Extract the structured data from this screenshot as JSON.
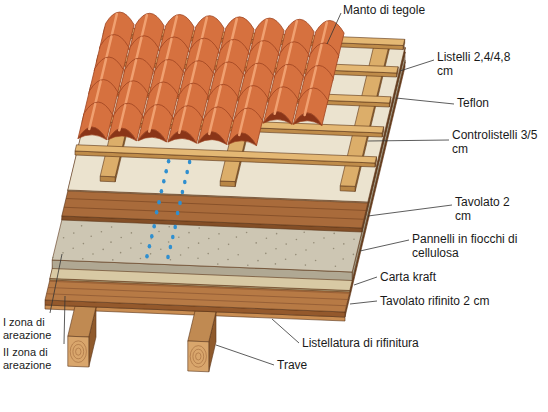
{
  "diagram": {
    "labels": [
      "Manto di tegole",
      "Listelli 2,4/4,8 cm",
      "Teflon",
      "Controlistelli 3/5 cm",
      "Tavolato 2 cm",
      "Pannelli in fiocchi di cellulosa",
      "Carta kraft",
      "Tavolato rifinito 2 cm",
      "Listellatura di rifinitura",
      "Trave",
      "I zona di areazione",
      "II zona di areazione"
    ]
  }
}
